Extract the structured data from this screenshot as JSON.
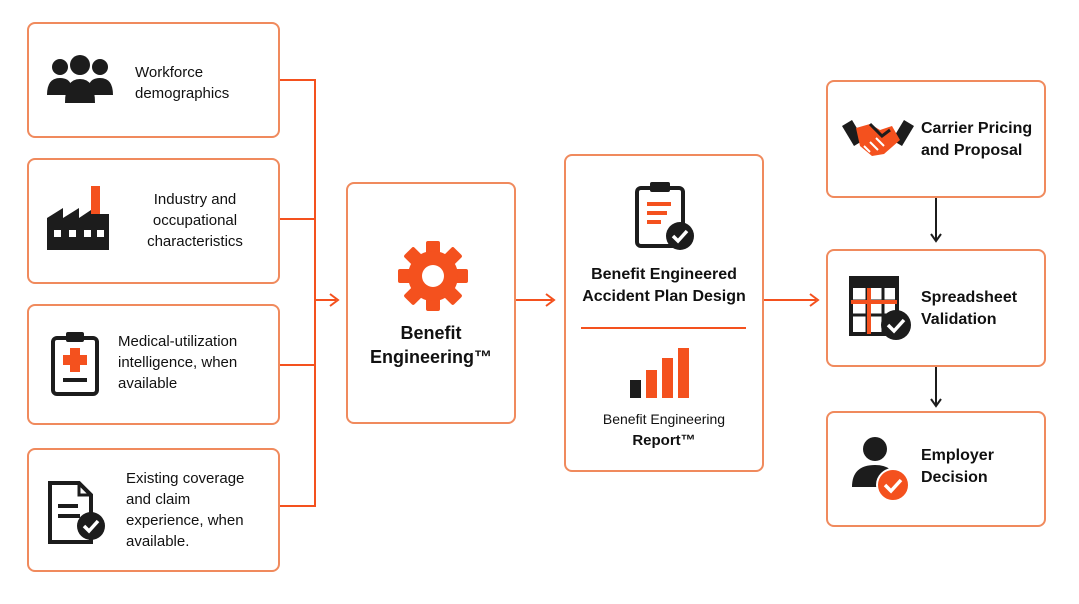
{
  "inputs": [
    {
      "icon": "people-group-icon",
      "lines": [
        "Workforce",
        "demographics"
      ]
    },
    {
      "icon": "factory-icon",
      "lines": [
        "Industry and",
        "occupational",
        "characteristics"
      ]
    },
    {
      "icon": "medical-clipboard-icon",
      "lines": [
        "Medical-utilization",
        "intelligence, when",
        "available"
      ]
    },
    {
      "icon": "document-check-icon",
      "lines": [
        "Existing coverage",
        "and claim",
        "experience, when",
        "available."
      ]
    }
  ],
  "engine": {
    "icon": "gear-icon",
    "lines": [
      "Benefit",
      "Engineering™"
    ]
  },
  "design": {
    "icon": "clipboard-check-icon",
    "lines": [
      "Benefit Engineered",
      "Accident Plan Design"
    ],
    "report_icon": "bar-chart-icon",
    "report_line1": "Benefit Engineering",
    "report_line2": "Report™"
  },
  "outcomes": [
    {
      "icon": "handshake-icon",
      "lines": [
        "Carrier Pricing",
        "and Proposal"
      ]
    },
    {
      "icon": "spreadsheet-check-icon",
      "lines": [
        "Spreadsheet",
        "Validation"
      ]
    },
    {
      "icon": "person-check-icon",
      "lines": [
        "Employer",
        "Decision"
      ]
    }
  ],
  "colors": {
    "accent": "#f4511e",
    "border": "#f08a5d",
    "icon_dark": "#1c1c1c"
  }
}
